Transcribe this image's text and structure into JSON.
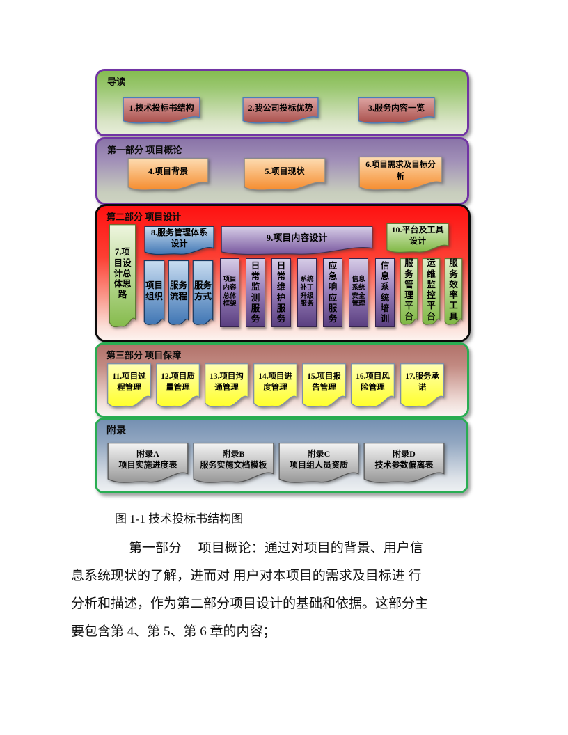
{
  "colors": {
    "purple_border": "#7134A4",
    "green_border": "#29AD52",
    "part2_red": "#FE1111"
  },
  "sections": {
    "s1": {
      "title": "导读",
      "boxes": [
        {
          "label": "1.技术投标书结构"
        },
        {
          "label": "2.我公司投标优势"
        },
        {
          "label": "3.服务内容一览"
        }
      ]
    },
    "s2": {
      "title": "第一部分 项目概论",
      "boxes": [
        {
          "label": "4.项目背景"
        },
        {
          "label": "5.项目现状"
        },
        {
          "label": "6.项目需求及目标分\n析"
        }
      ]
    },
    "s3": {
      "title": "第二部分 项目设计",
      "left_box": {
        "label": "7.项\n目设\n计总\n体思\n路"
      },
      "group8": {
        "header": "8.服务管理体系\n设计",
        "items": [
          {
            "label": "项目\n组织"
          },
          {
            "label": "服务\n流程"
          },
          {
            "label": "服务\n方式"
          }
        ]
      },
      "group9": {
        "header": "9.项目内容设计",
        "items": [
          {
            "label": "项目\n内容\n总体\n框架"
          },
          {
            "label": "日\n常\n监\n测\n服\n务"
          },
          {
            "label": "日\n常\n维\n护\n服\n务"
          },
          {
            "label": "系统\n补丁\n升级\n服务"
          },
          {
            "label": "应\n急\n响\n应\n服\n务"
          },
          {
            "label": "信息\n系统\n安全\n管理"
          },
          {
            "label": "信\n息\n系\n统\n培\n训"
          }
        ]
      },
      "group10": {
        "header": "10.平台及工具\n设计",
        "items": [
          {
            "label": "服\n务\n管\n理\n平\n台"
          },
          {
            "label": "运\n维\n监\n控\n平\n台"
          },
          {
            "label": "服\n务\n效\n率\n工\n具"
          }
        ]
      }
    },
    "s4": {
      "title": "第三部分 项目保障",
      "boxes": [
        {
          "label": "11.项目过\n程管理"
        },
        {
          "label": "12.项目质\n量管理"
        },
        {
          "label": "13.项目沟\n通管理"
        },
        {
          "label": "14.项目进\n度管理"
        },
        {
          "label": "15.项目报\n告管理"
        },
        {
          "label": "16.项目风\n险管理"
        },
        {
          "label": "17.服务承\n诺"
        }
      ]
    },
    "s5": {
      "title": "附录",
      "boxes": [
        {
          "label": "附录A\n项目实施进度表"
        },
        {
          "label": "附录B\n服务实施文档模板"
        },
        {
          "label": "附录C\n项目组人员资质"
        },
        {
          "label": "附录D\n技术参数偏离表"
        }
      ]
    }
  },
  "caption": "图 1-1 技术投标书结构图",
  "paragraph": {
    "lines": [
      "第一部分　 项目概论：通过对项目的背景、用户信",
      "息系统现状的了解，进而对 用户对本项目的需求及目标进 行",
      "分析和描述，作为第二部分项目设计的基础和依据。这部分主",
      "要包含第 4、第 5、第 6 章的内容；"
    ]
  }
}
